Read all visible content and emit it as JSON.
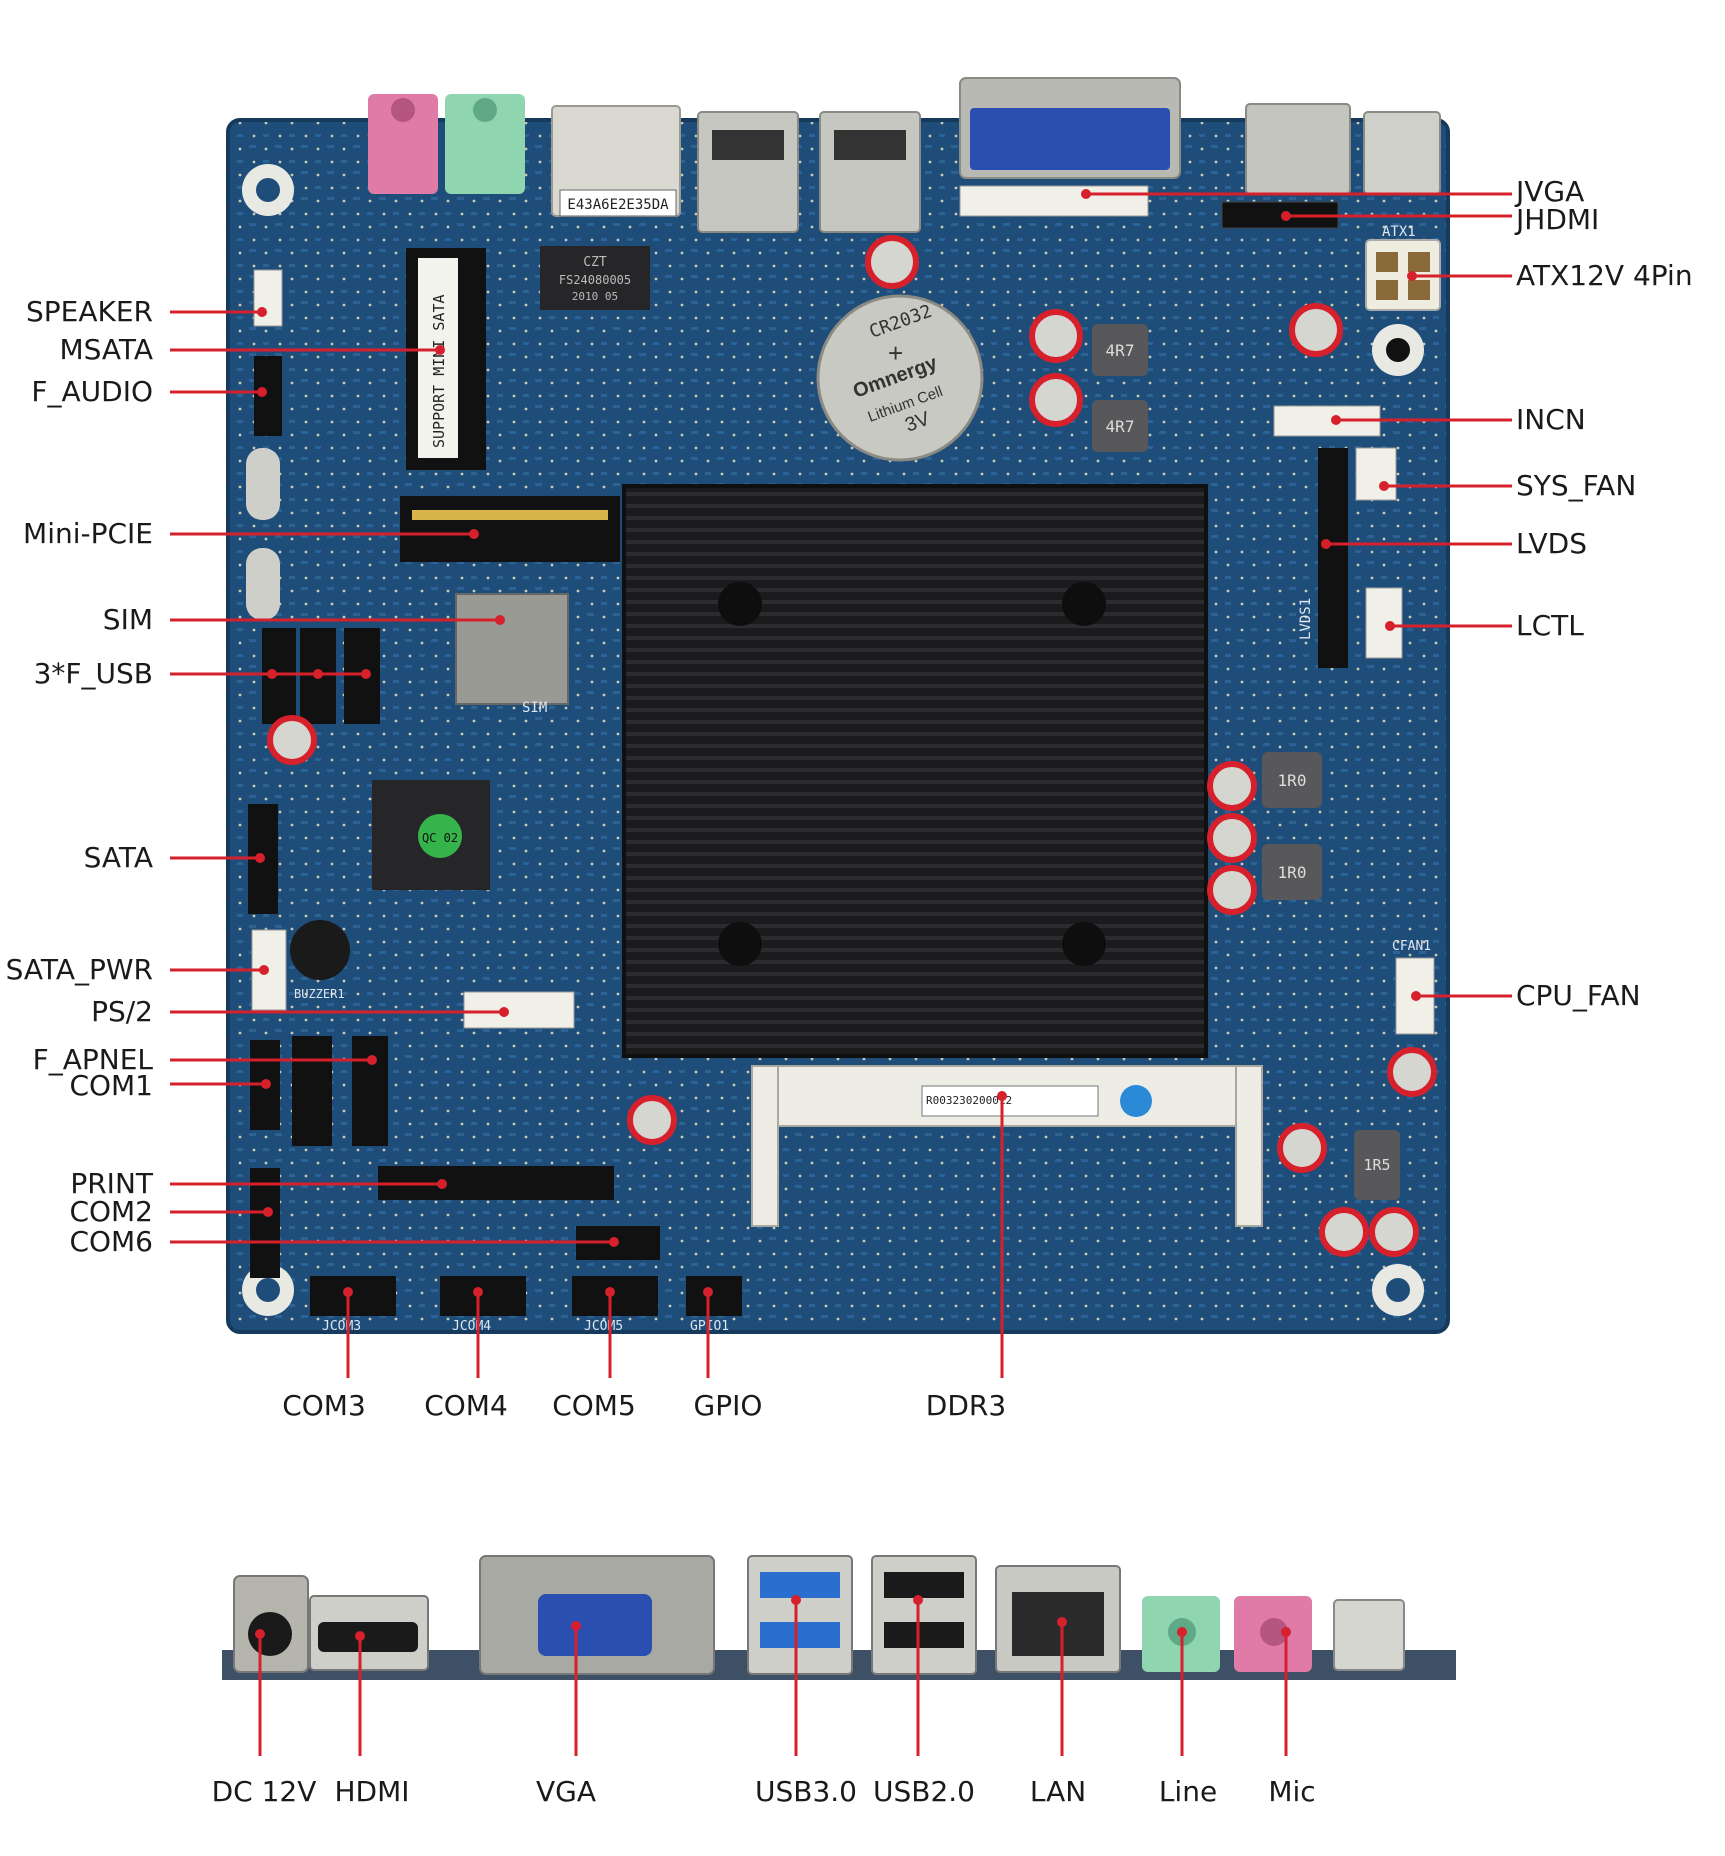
{
  "colors": {
    "pcb": "#1f4d7a",
    "pcb_dark": "#163a5e",
    "leader": "#d6202b",
    "label": "#1a1a1a",
    "heatsink": "#1b1b1d",
    "vga_blue": "#2a4fb0",
    "audio_pink": "#e07aa6",
    "audio_green": "#8fd6b0"
  },
  "labels": {
    "jvga": "JVGA",
    "jhdmi": "JHDMI",
    "atx": "ATX12V 4Pin",
    "speaker": "SPEAKER",
    "msata": "MSATA",
    "f_audio": "F_AUDIO",
    "incn": "INCN",
    "sys_fan": "SYS_FAN",
    "mini_pcie": "Mini-PCIE",
    "lvds": "LVDS",
    "sim": "SIM",
    "lctl": "LCTL",
    "f_usb": "3*F_USB",
    "sata": "SATA",
    "sata_pwr": "SATA_PWR",
    "cpu_fan": "CPU_FAN",
    "ps2": "PS/2",
    "f_apnel": "F_APNEL",
    "com1": "COM1",
    "print": "PRINT",
    "com2": "COM2",
    "com6": "COM6",
    "com3": "COM3",
    "com4": "COM4",
    "com5": "COM5",
    "gpio": "GPIO",
    "ddr3": "DDR3",
    "dc12v": "DC 12V",
    "hdmi": "HDMI",
    "vga": "VGA",
    "usb30": "USB3.0",
    "usb20": "USB2.0",
    "lan": "LAN",
    "line": "Line",
    "mic": "Mic"
  },
  "board_text": {
    "mac_label": "E43A6E2E35DA",
    "chip_brand": "CZT",
    "chip_model": "FS24080005",
    "chip_date": "2010 05",
    "msata_silk": "SUPPORT MINI SATA",
    "battery_model": "CR2032",
    "battery_brand": "Omnergy",
    "battery_type": "Lithium Cell",
    "battery_volt": "3V",
    "inductor_a": "4R7",
    "inductor_b": "4R7",
    "inductor_c": "1R0",
    "inductor_d": "1R0",
    "inductor_e": "1R5",
    "qc_sticker": "QC 02",
    "serial": "R003230200012",
    "silk_jcom3": "JCOM3",
    "silk_jcom4": "JCOM4",
    "silk_jcom5": "JCOM5",
    "silk_gpio": "GPIO1",
    "silk_lvds": "LVDS1",
    "silk_sim": "SIM",
    "silk_buzzer": "BUZZER1",
    "silk_cfan": "CFAN1",
    "silk_atx": "ATX1"
  }
}
